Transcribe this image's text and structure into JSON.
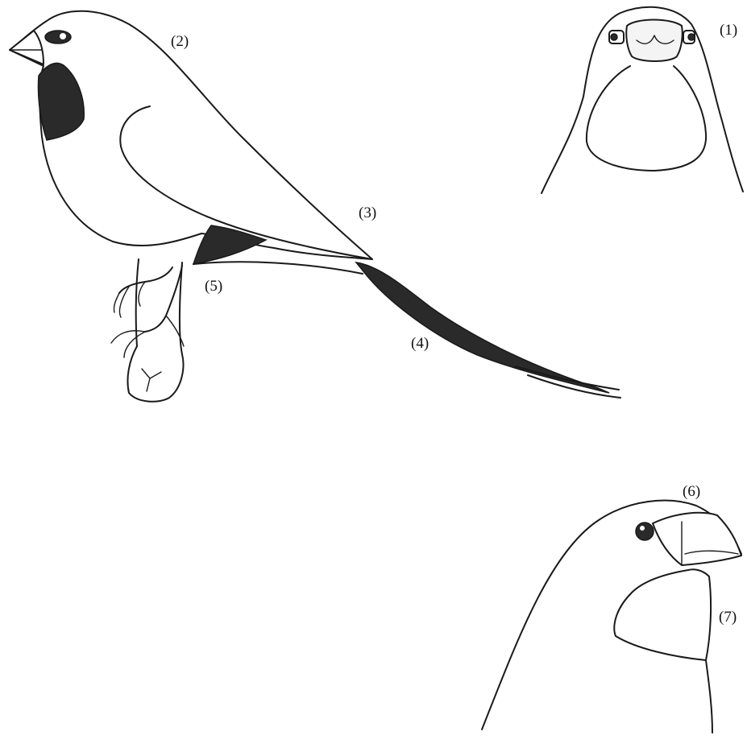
{
  "labels": {
    "l1": "(1)",
    "l2": "(2)",
    "l3": "(3)",
    "l4": "(4)",
    "l5": "(5)",
    "l6": "(6)",
    "l7": "(7)"
  },
  "colors": {
    "line": "#1a1a1a",
    "dark_patch": "#2a2a2a",
    "background": "#ffffff"
  }
}
